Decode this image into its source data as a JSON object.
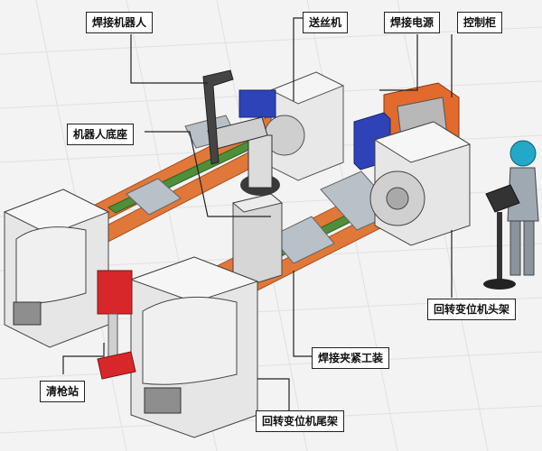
{
  "labels": {
    "welding_robot": "焊接机器人",
    "wire_feeder": "送丝机",
    "welding_power": "焊接电源",
    "control_cabinet": "控制柜",
    "robot_base": "机器人底座",
    "head_positioner": "回转变位机头架",
    "welding_fixture": "焊接夹紧工装",
    "gun_cleaning_station": "清枪站",
    "tail_positioner": "回转变位机尾架"
  },
  "colors": {
    "floor": "#efefef",
    "grid": "#dedede",
    "rail_orange": "#e0783a",
    "rail_green": "#4f8f3a",
    "machine_body": "#e6e6e6",
    "machine_dark": "#9a9a9a",
    "robot_blue": "#2e43b8",
    "power_orange": "#e26a2c",
    "station_red": "#d8272a",
    "operator_cyan": "#22a9c7"
  }
}
